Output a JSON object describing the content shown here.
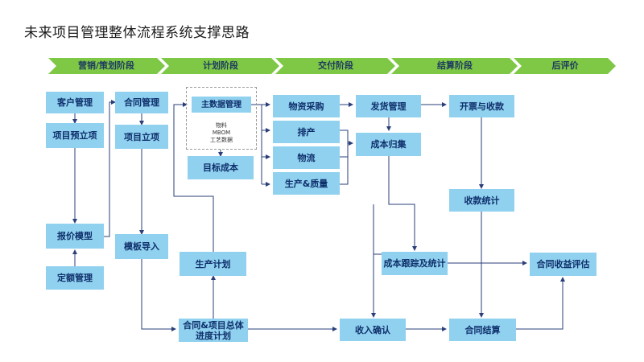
{
  "title": "未来项目管理整体流程系统支撑思路",
  "phases": [
    "营销/策划阶段",
    "计划阶段",
    "交付阶段",
    "结算阶段",
    "后评价"
  ],
  "colors": {
    "phase_green": "#7ec845",
    "box_blue": "#8fd1ef",
    "line": "#2a3f7a"
  },
  "boxes": {
    "customer_mgmt": "客户管理",
    "project_pre": "项目预立项",
    "quote_model": "报价模型",
    "quota_mgmt": "定额管理",
    "contract_mgmt": "合同管理",
    "project_setup": "项目立项",
    "template_import": "模板导入",
    "master_data": "主数据管理",
    "master_data_note": "物料\nMBOM\n工艺数据",
    "target_cost": "目标成本",
    "production_plan": "生产计划",
    "master_schedule": "合同&项目总体进度计划",
    "material_purchase": "物资采购",
    "scheduling": "排产",
    "logistics": "物流",
    "production_quality": "生产&质量",
    "delivery_mgmt": "发货管理",
    "cost_collection": "成本归集",
    "cost_tracking": "成本跟踪及统计",
    "revenue_confirm": "收入确认",
    "invoice_collection": "开票与收款",
    "collection_stats": "收款统计",
    "contract_settle": "合同结算",
    "contract_eval": "合同收益评估"
  }
}
